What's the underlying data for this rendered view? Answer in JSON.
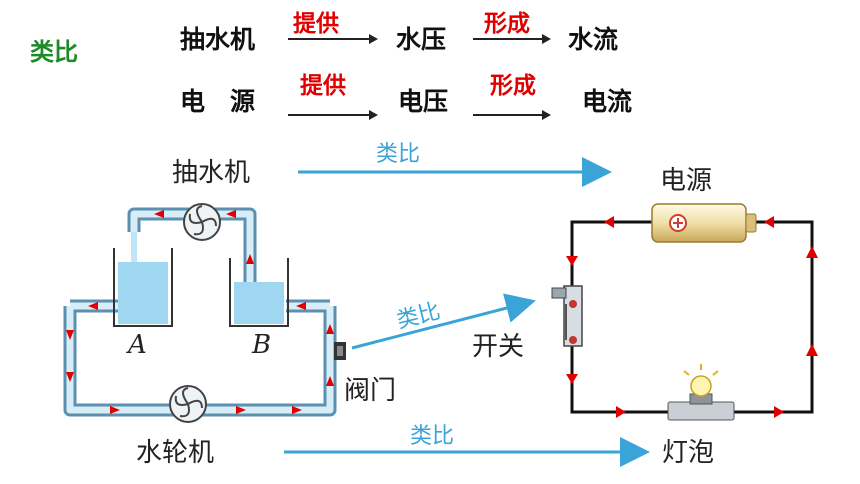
{
  "tag": "类比",
  "row1": {
    "a": "抽水机",
    "v1": "提供",
    "b": "水压",
    "v2": "形成",
    "c": "水流"
  },
  "row2": {
    "a": "电　源",
    "v1": "提供",
    "b": "电压",
    "v2": "形成",
    "c": "电流"
  },
  "diagram": {
    "pump": "抽水机",
    "source": "电源",
    "analogy": "类比",
    "label_a": "A",
    "label_b": "B",
    "valve": "阀门",
    "switch": "开关",
    "turbine": "水轮机",
    "bulb": "灯泡"
  },
  "colors": {
    "arrow_blue": "#3aa3d8",
    "wire": "#111111",
    "red_arrow": "#e00000",
    "pipe": "#5c8fb0"
  }
}
